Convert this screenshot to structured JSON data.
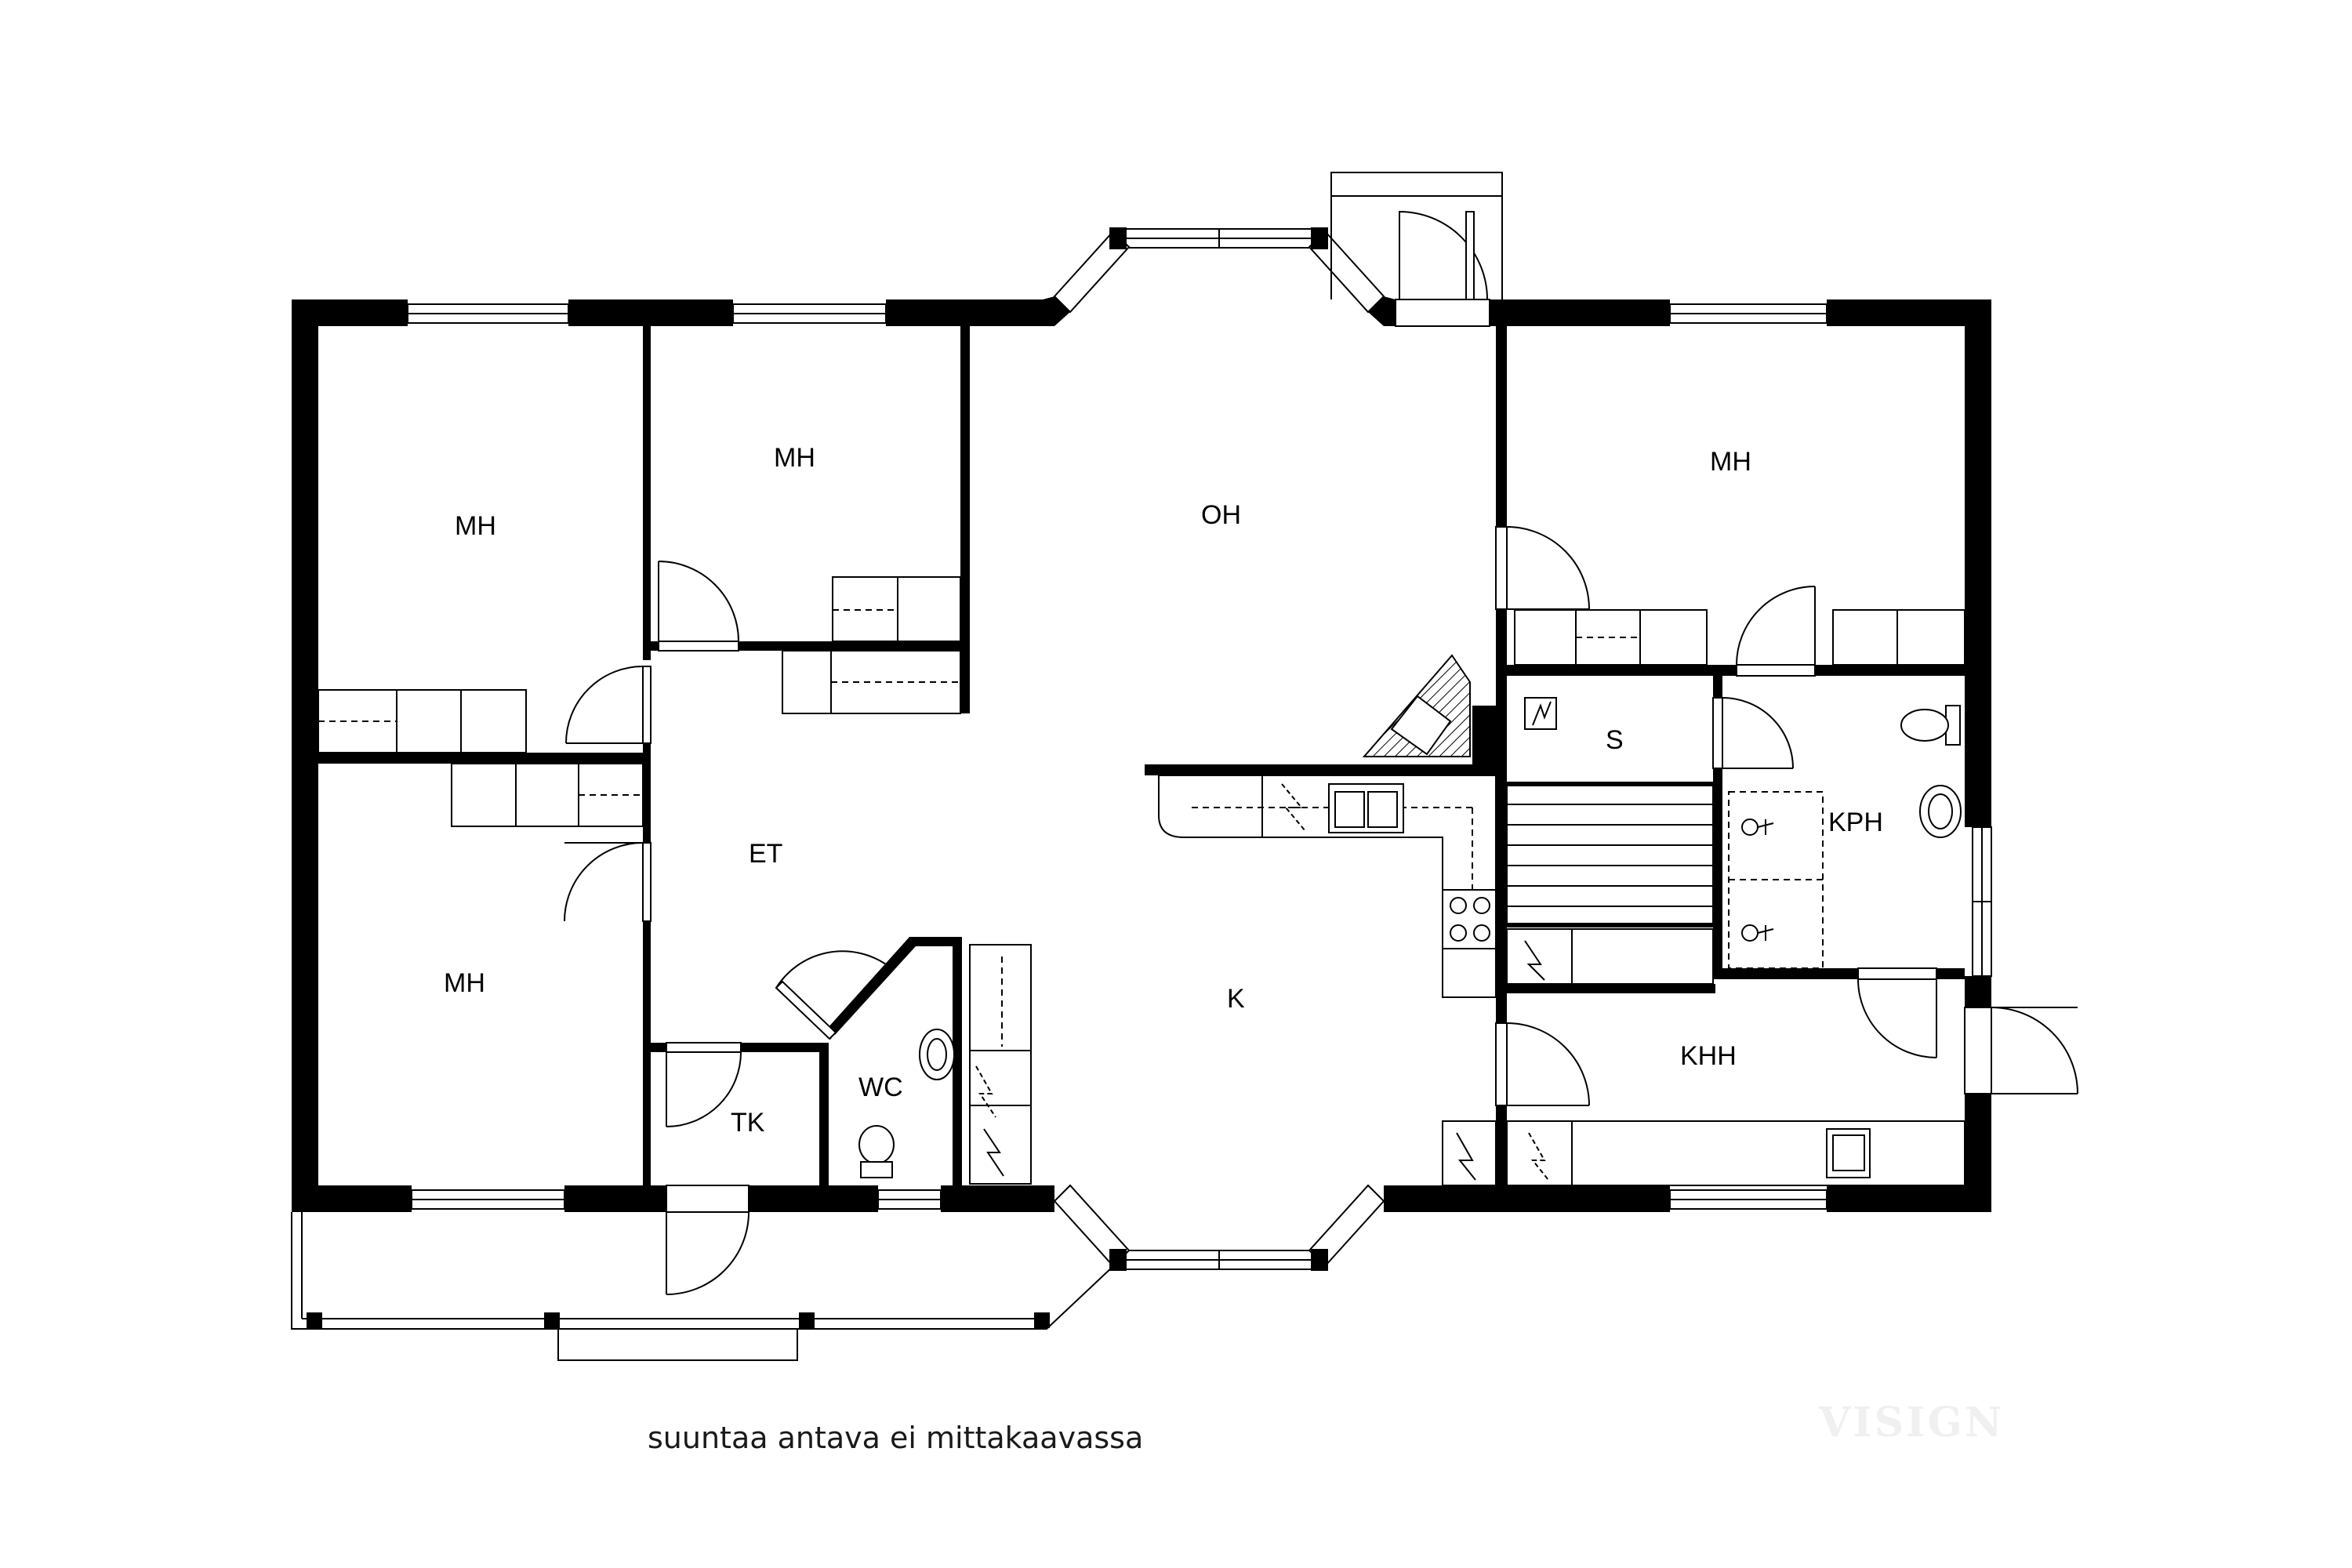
{
  "floorplan": {
    "rooms": [
      {
        "id": "mh-1",
        "label": "MH"
      },
      {
        "id": "mh-2",
        "label": "MH"
      },
      {
        "id": "mh-3",
        "label": "MH"
      },
      {
        "id": "mh-4",
        "label": "MH"
      },
      {
        "id": "oh",
        "label": "OH"
      },
      {
        "id": "et",
        "label": "ET"
      },
      {
        "id": "k",
        "label": "K"
      },
      {
        "id": "s",
        "label": "S"
      },
      {
        "id": "kph",
        "label": "KPH"
      },
      {
        "id": "khh",
        "label": "KHH"
      },
      {
        "id": "tk",
        "label": "TK"
      },
      {
        "id": "wc",
        "label": "WC"
      }
    ],
    "caption": "suuntaa antava ei mittakaavassa",
    "watermark": "VISIGN",
    "colors": {
      "wall": "#000000",
      "background": "#ffffff",
      "watermark": "#f0f0f0"
    }
  }
}
